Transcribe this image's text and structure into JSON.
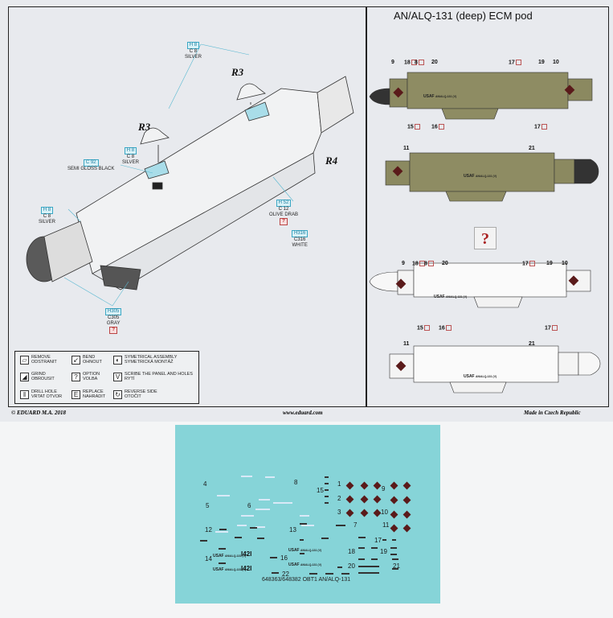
{
  "title": "AN/ALQ-131 (deep) ECM pod",
  "callouts": {
    "silver_top": {
      "h": "H 8",
      "c": "C 8",
      "name": "SILVER"
    },
    "silver_mid": {
      "h": "H 8",
      "c": "C 8",
      "name": "SILVER"
    },
    "silver_left": {
      "h": "H 8",
      "c": "C 8",
      "name": "SILVER"
    },
    "black": {
      "c": "C 92",
      "name": "SEMI GLOSS BLACK"
    },
    "olive": {
      "h": "H 52",
      "c": "C 12",
      "name": "OLIVE DRAB",
      "q": "?"
    },
    "white": {
      "h": "H316",
      "c": "C316",
      "name": "WHITE"
    },
    "gray": {
      "h": "H305",
      "c": "C305",
      "name": "GRAY",
      "q": "?"
    }
  },
  "parts": {
    "r3a": "R3",
    "r3b": "R3",
    "r4": "R4"
  },
  "views": {
    "top_labels": [
      "9",
      "18",
      "8",
      "20",
      "17",
      "19",
      "10"
    ],
    "bottom_labels": [
      "15",
      "16",
      "17"
    ],
    "side2_labels": [
      "11",
      "21"
    ],
    "stencil": "USAF",
    "stencil_small": "AN/ALQ-131 (V)",
    "option_mark": "?"
  },
  "legend": [
    {
      "icon": "remove-icon",
      "glyph": "▱",
      "en": "REMOVE",
      "cz": "ODSTRANIT"
    },
    {
      "icon": "bend-icon",
      "glyph": "↙",
      "en": "BEND",
      "cz": "OHNOUT"
    },
    {
      "icon": "symmetrical-icon",
      "glyph": "◐",
      "en": "SYMETRICAL ASSEMBLY",
      "cz": "SYMETRICKÁ MONTÁŽ"
    },
    {
      "icon": "grind-icon",
      "glyph": "◢",
      "en": "GRIND",
      "cz": "OBROUSIT"
    },
    {
      "icon": "option-icon",
      "glyph": "?",
      "en": "OPTION",
      "cz": "VOLBA"
    },
    {
      "icon": "scribe-icon",
      "glyph": "V",
      "en": "SCRIBE THE PANEL AND HOLES",
      "cz": "RYTÍ"
    },
    {
      "icon": "drill-icon",
      "glyph": "‖",
      "en": "DRILL HOLE",
      "cz": "VRTAT OTVOR"
    },
    {
      "icon": "replace-icon",
      "glyph": "E",
      "en": "REPLACE",
      "cz": "NAHRADIT"
    },
    {
      "icon": "reverse-icon",
      "glyph": "↻",
      "en": "REVERSE SIDE",
      "cz": "OTOČIT"
    }
  ],
  "footer": {
    "copyright": "© EDUARD  M.A. 2018",
    "url": "www.eduard.com",
    "made": "Made in Czech Republic"
  },
  "decal": {
    "numbers": [
      "1",
      "2",
      "3",
      "4",
      "5",
      "6",
      "7",
      "8",
      "9",
      "10",
      "11",
      "12",
      "13",
      "14",
      "15",
      "16",
      "17",
      "18",
      "19",
      "20",
      "21",
      "22"
    ],
    "tail": "I42I",
    "usaf": "USAF",
    "stencil": "AN/ALQ-131 (V)",
    "code": "648363/648382 OBT1 AN/ALQ-131",
    "colors": {
      "film": "#86d4d8",
      "marking": "#5a1a1a"
    }
  }
}
